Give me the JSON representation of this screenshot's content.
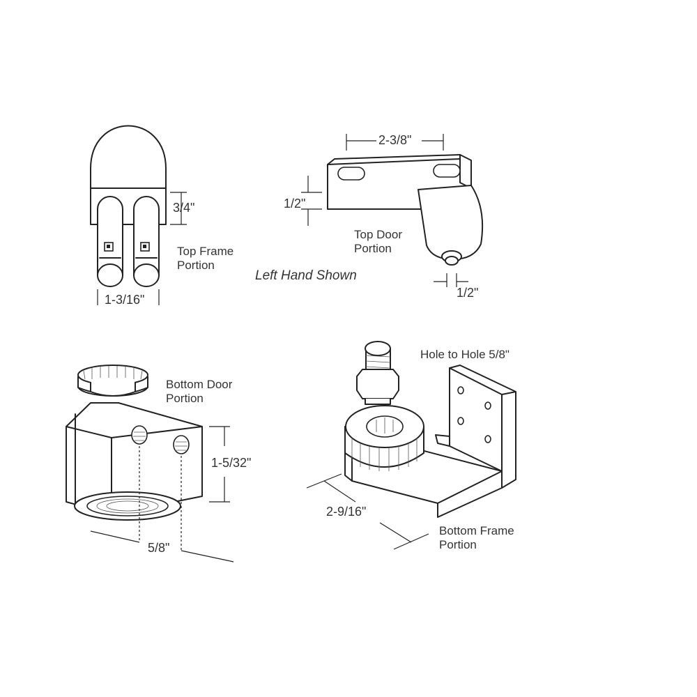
{
  "labels": {
    "top_frame": [
      "Top Frame",
      "Portion"
    ],
    "top_door": [
      "Top Door",
      "Portion"
    ],
    "bottom_door": [
      "Bottom Door",
      "Portion"
    ],
    "bottom_frame": [
      "Bottom Frame",
      "Portion"
    ],
    "left_hand_shown": "Left Hand Shown",
    "hole_to_hole": "Hole to Hole 5/8\""
  },
  "dimensions": {
    "top_frame_height": "3/4\"",
    "top_frame_width": "1-3/16\"",
    "top_door_length": "2-3/8\"",
    "top_door_height": "1/2\"",
    "top_door_pin": "1/2\"",
    "bottom_door_height": "1-5/32\"",
    "bottom_door_offset": "5/8\"",
    "bottom_frame_length": "2-9/16\""
  },
  "colors": {
    "line": "#222222",
    "text": "#333333",
    "background": "#ffffff"
  }
}
